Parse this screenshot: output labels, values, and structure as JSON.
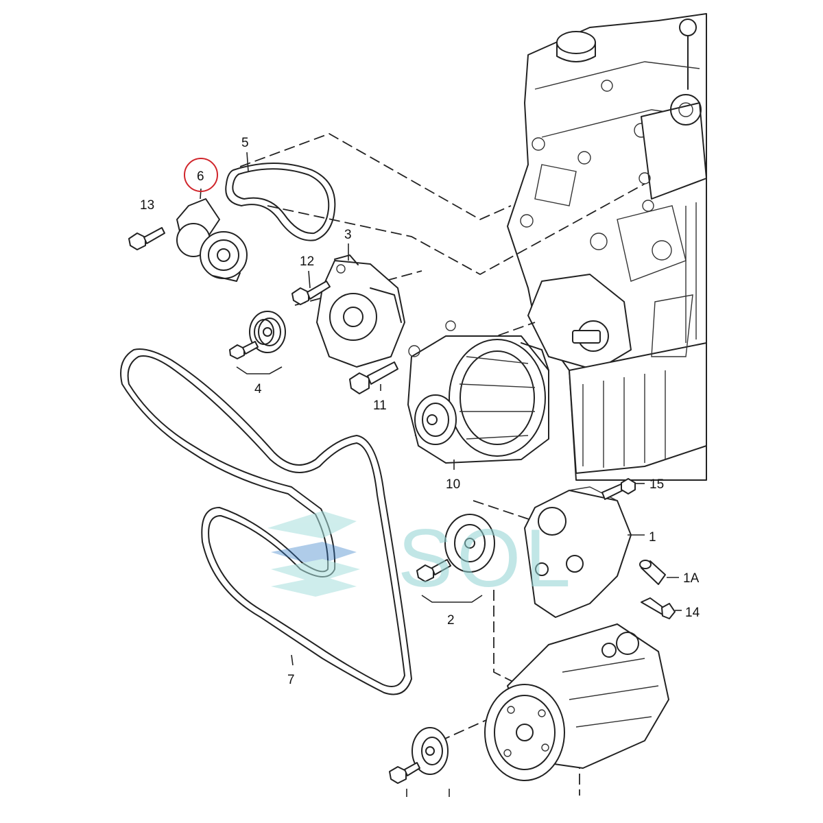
{
  "labels": {
    "l1": "1",
    "l1a": "1A",
    "l2": "2",
    "l3": "3",
    "l4": "4",
    "l5": "5",
    "l6": "6",
    "l7": "7",
    "l10": "10",
    "l11": "11",
    "l12": "12",
    "l13": "13",
    "l14": "14",
    "l15": "15"
  },
  "highlight": {
    "target_label": "6",
    "circle_color": "#d0252b"
  },
  "watermark": {
    "text": "SOL",
    "color": "#8fd3d3"
  },
  "colors": {
    "line": "#222222",
    "background": "#ffffff"
  }
}
